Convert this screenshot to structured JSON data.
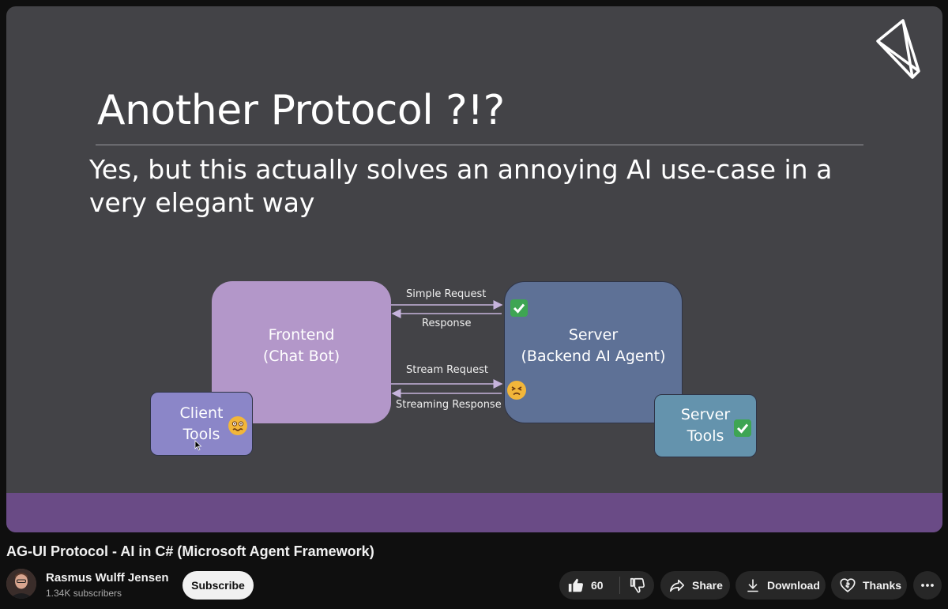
{
  "slide": {
    "title": "Another Protocol ?!?",
    "subtitle": "Yes, but this actually solves an annoying AI use-case in a very elegant way",
    "frontend_label": "Frontend\n(Chat Bot)",
    "server_label": "Server\n(Backend AI Agent)",
    "client_tools_label": "Client\nTools",
    "server_tools_label": "Server\nTools",
    "arrows": {
      "simple_request": "Simple Request",
      "response": "Response",
      "stream_request": "Stream Request",
      "streaming_response": "Streaming Response"
    }
  },
  "video": {
    "title": "AG-UI Protocol - AI in C# (Microsoft Agent Framework)"
  },
  "channel": {
    "name": "Rasmus Wulff Jensen",
    "subscribers": "1.34K subscribers",
    "subscribe_label": "Subscribe"
  },
  "actions": {
    "like_count": "60",
    "share_label": "Share",
    "download_label": "Download",
    "thanks_label": "Thanks"
  },
  "colors": {
    "frontend": "#b397c9",
    "server": "#5e7196",
    "client_tools": "#8b86c8",
    "server_tools": "#6493ad",
    "accent_bar": "#6a4b86"
  }
}
